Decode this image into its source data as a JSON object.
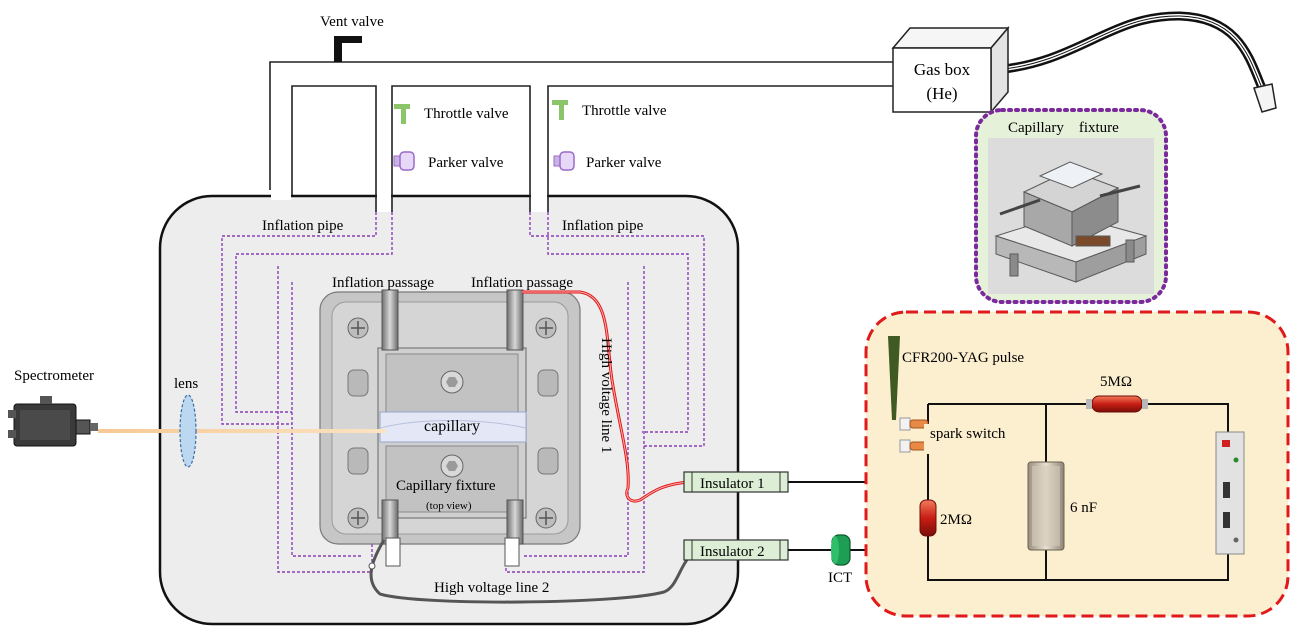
{
  "labels": {
    "vent_valve": "Vent valve",
    "gas_box_line1": "Gas box",
    "gas_box_line2": "(He)",
    "throttle_valve_left": "Throttle valve",
    "throttle_valve_right": "Throttle valve",
    "parker_valve_left": "Parker valve",
    "parker_valve_right": "Parker valve",
    "capillary_fixture_inset": "Capillary    fixture",
    "inflation_pipe_left": "Inflation pipe",
    "inflation_pipe_right": "Inflation pipe",
    "inflation_passage_left": "Inflation passage",
    "inflation_passage_right": "Inflation passage",
    "spectrometer": "Spectrometer",
    "lens": "lens",
    "capillary": "capillary",
    "capillary_fixture_main": "Capillary    fixture",
    "top_view": "(top view)",
    "high_voltage_line_1": "High voltage line 1",
    "high_voltage_line_2": "High voltage line 2",
    "insulator_1": "Insulator 1",
    "insulator_2": "Insulator 2",
    "ict": "ICT",
    "laser_pulse": "CFR200-YAG pulse",
    "spark_switch": "spark switch",
    "resistor_5m": "5MΩ",
    "resistor_2m": "2MΩ",
    "capacitor": "6 nF"
  },
  "colors": {
    "chamber_fill": "#ededed",
    "inset_purple": "#7a2a9a",
    "inset_fill": "#e6f1da",
    "circuit_red": "#e01a1a",
    "circuit_fill": "#fcefcf",
    "hv_wire_red": "#e01818",
    "purple_dashed": "#8a3fb8",
    "insulator_fill": "#dcefd6",
    "ict_green": "#1e9e54",
    "throttle_green": "#8cc46a",
    "parker_purple": "#9a6cc8",
    "laser_green": "#3f5a22"
  }
}
